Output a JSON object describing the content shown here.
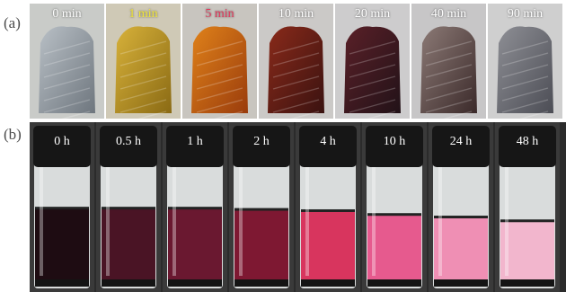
{
  "panel_a": {
    "label": "(a)",
    "tiles": [
      {
        "caption": "0 min",
        "caption_color": "#ffffff",
        "bg": "#c9cbc8",
        "crystal": "#b9c0c6",
        "crystal_dark": "#6e767e"
      },
      {
        "caption": "1 min",
        "caption_color": "#f2e63a",
        "bg": "#cfc9b6",
        "crystal": "#d8b23a",
        "crystal_dark": "#8a6a14"
      },
      {
        "caption": "5 min",
        "caption_color": "#e23a5c",
        "bg": "#c8c5bf",
        "crystal": "#e0821a",
        "crystal_dark": "#9a3c0c"
      },
      {
        "caption": "10 min",
        "caption_color": "#ffffff",
        "bg": "#cbc9c7",
        "crystal": "#8a2a1a",
        "crystal_dark": "#3a1210"
      },
      {
        "caption": "20 min",
        "caption_color": "#ffffff",
        "bg": "#cdcccd",
        "crystal": "#5a2028",
        "crystal_dark": "#221218"
      },
      {
        "caption": "40 min",
        "caption_color": "#ffffff",
        "bg": "#c7c6c7",
        "crystal": "#8c7a76",
        "crystal_dark": "#3b2a2a"
      },
      {
        "caption": "90 min",
        "caption_color": "#ffffff",
        "bg": "#cfcfcf",
        "crystal": "#8e8f95",
        "crystal_dark": "#4c4d55"
      }
    ]
  },
  "panel_b": {
    "label": "(b)",
    "vials": [
      {
        "caption": "0 h",
        "liquid": "#1e0c12",
        "top_level": 0.67
      },
      {
        "caption": "0.5 h",
        "liquid": "#4a1425",
        "top_level": 0.67
      },
      {
        "caption": "1 h",
        "liquid": "#6a1830",
        "top_level": 0.67
      },
      {
        "caption": "2 h",
        "liquid": "#7e1832",
        "top_level": 0.68
      },
      {
        "caption": "4 h",
        "liquid": "#d8355e",
        "top_level": 0.69
      },
      {
        "caption": "10 h",
        "liquid": "#e65a8e",
        "top_level": 0.72
      },
      {
        "caption": "24 h",
        "liquid": "#ef8fb4",
        "top_level": 0.74
      },
      {
        "caption": "48 h",
        "liquid": "#f2b6cd",
        "top_level": 0.77
      }
    ]
  }
}
